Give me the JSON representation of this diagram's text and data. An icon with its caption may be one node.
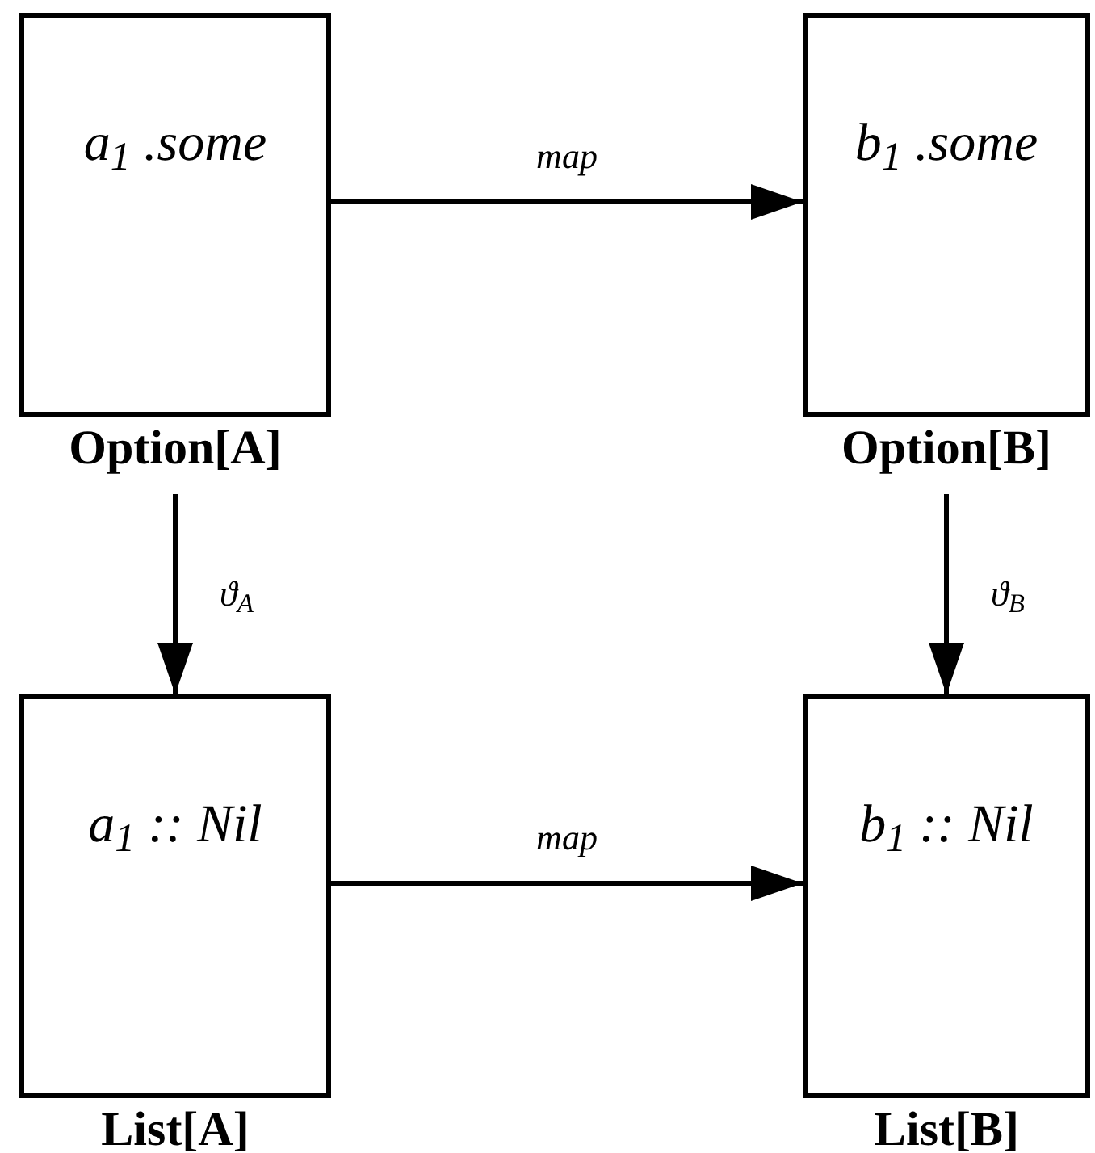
{
  "diagram": {
    "nodes": [
      {
        "text": [
          "a$_{1}$ .some",
          "Option[A]"
        ]
      },
      {
        "text": [
          "b$_{1}$ .some",
          "Option[B]"
        ]
      },
      {
        "text": [
          "a$_{1}$ :: Nil",
          "List[A]"
        ]
      },
      {
        "text": [
          "b$_{1}$ :: Nil",
          "List[B]"
        ]
      }
    ],
    "edges": [
      {
        "from": 0,
        "to": 1,
        "arrow": "to",
        "label": "map"
      },
      {
        "from": 0,
        "to": 2,
        "arrow": "to",
        "label": "ϑ$_{A}$"
      },
      {
        "from": 1,
        "to": 3,
        "arrow": "to",
        "label": "ϑ$_{B}$"
      },
      {
        "from": 2,
        "to": 3,
        "arrow": "to",
        "label": "map"
      }
    ]
  }
}
